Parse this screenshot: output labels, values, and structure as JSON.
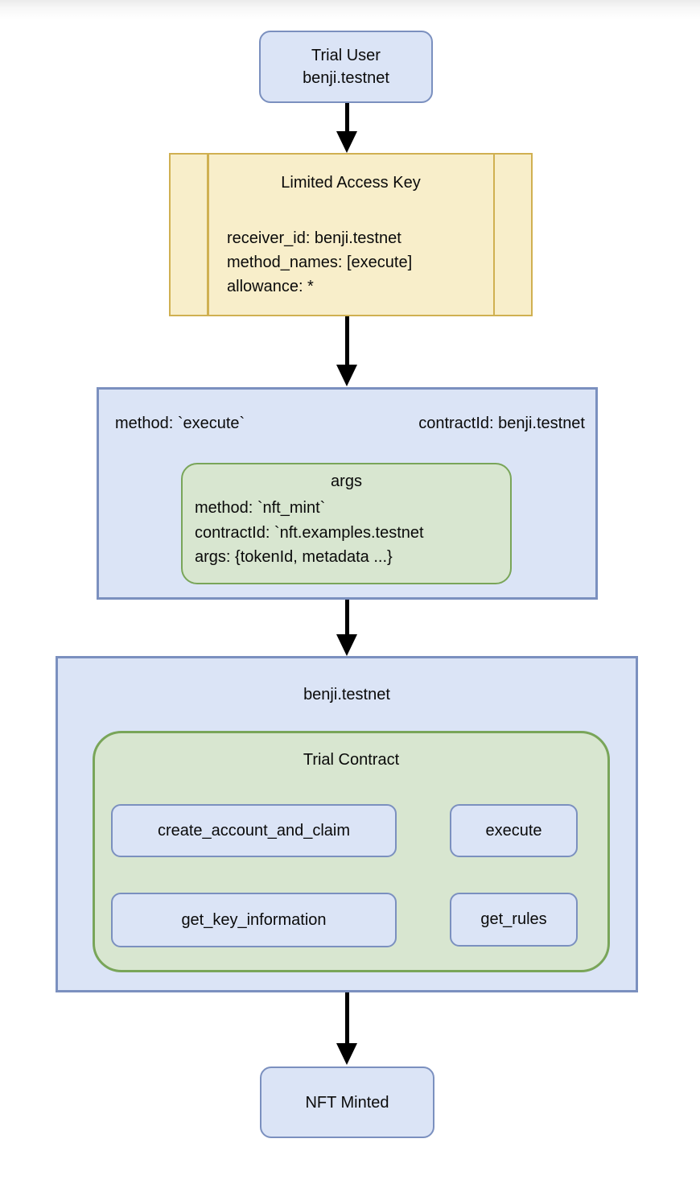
{
  "diagram": {
    "nodes": {
      "trial_user": {
        "lines": [
          "Trial User",
          "benji.testnet"
        ]
      },
      "access_key": {
        "title": "Limited Access Key",
        "fields": [
          "receiver_id: benji.testnet",
          "method_names: [execute]",
          "allowance: *"
        ]
      },
      "execute_call": {
        "method": "method: `execute`",
        "contract": "contractId: benji.testnet",
        "args": {
          "title": "args",
          "fields": [
            "method: `nft_mint`",
            "contractId: `nft.examples.testnet",
            "args: {tokenId, metadata ...}"
          ]
        }
      },
      "account": {
        "title": "benji.testnet",
        "contract": {
          "title": "Trial Contract",
          "methods": [
            "create_account_and_claim",
            "execute",
            "get_key_information",
            "get_rules"
          ]
        }
      },
      "nft_minted": {
        "label": "NFT Minted"
      }
    },
    "colors": {
      "blue_fill": "#dbe4f6",
      "blue_stroke": "#7b90bf",
      "yellow_fill": "#f8eeca",
      "yellow_stroke": "#d0b051",
      "green_fill": "#d8e6d0",
      "green_stroke": "#79a559",
      "arrow": "#000000"
    }
  }
}
